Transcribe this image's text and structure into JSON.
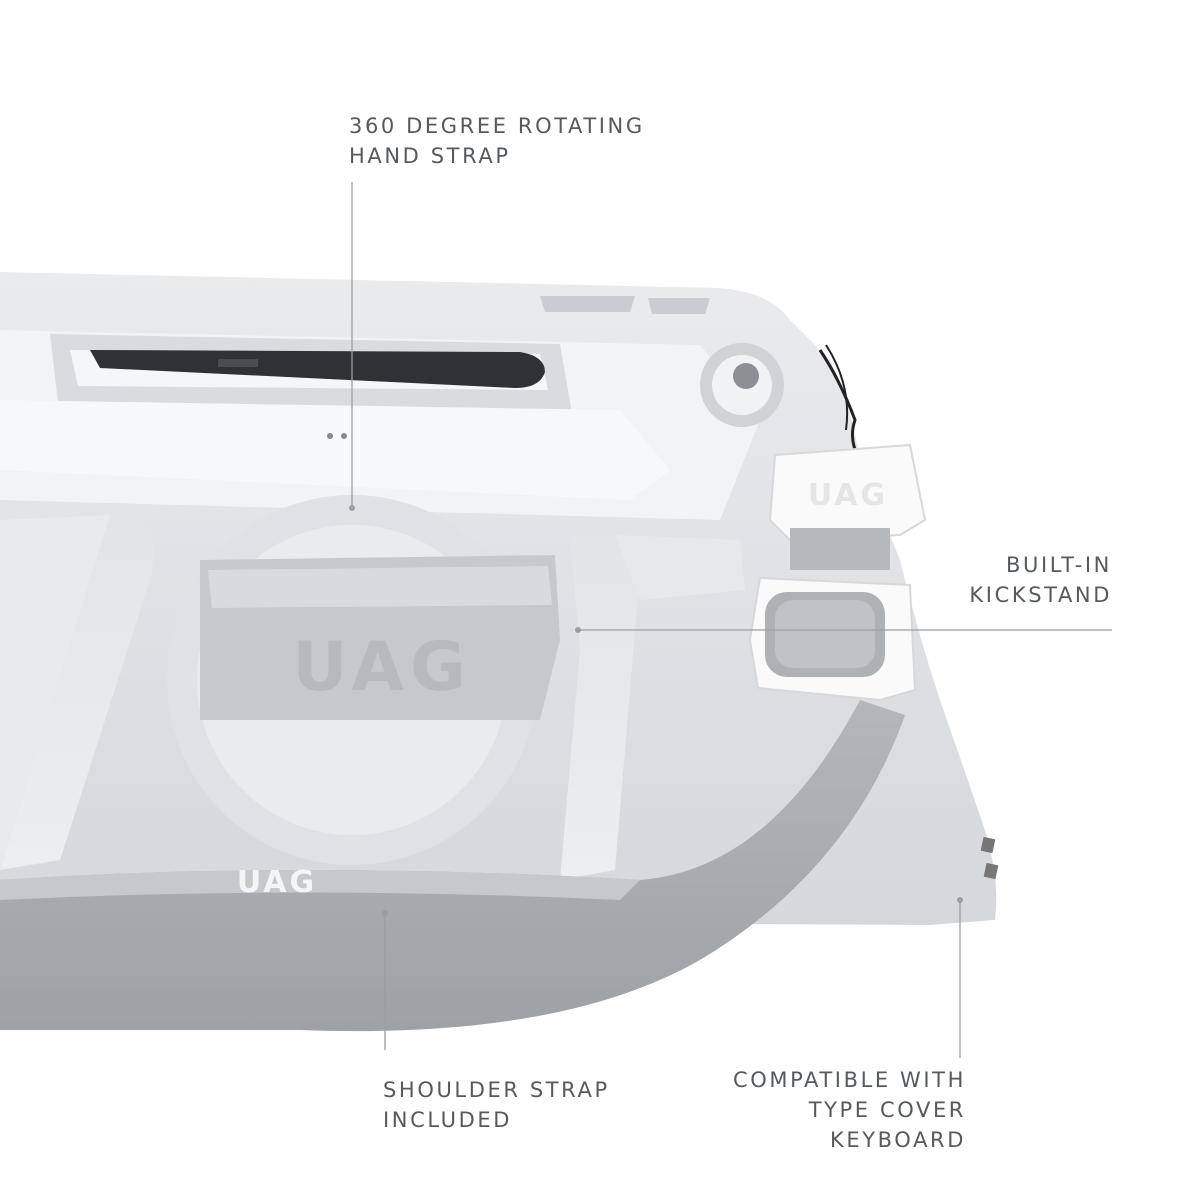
{
  "callouts": {
    "hand_strap": {
      "lines": [
        "360 DEGREE ROTATING",
        "HAND STRAP"
      ]
    },
    "kickstand": {
      "lines": [
        "BUILT-IN",
        "KICKSTAND"
      ]
    },
    "shoulder_strap": {
      "lines": [
        "SHOULDER STRAP",
        "INCLUDED"
      ]
    },
    "keyboard": {
      "lines": [
        "COMPATIBLE WITH",
        "TYPE COVER",
        "KEYBOARD"
      ]
    }
  },
  "logos": {
    "hand_strap_logo": "UAG",
    "body_logo": "UAG",
    "clip_logo": "UAG"
  },
  "colors": {
    "callout_text": "#555a5e",
    "leader_line": "#9a9ea2",
    "case_white": "#f3f4f5",
    "case_grey": "#d4d7da",
    "strap_grey": "#a9adb0"
  }
}
